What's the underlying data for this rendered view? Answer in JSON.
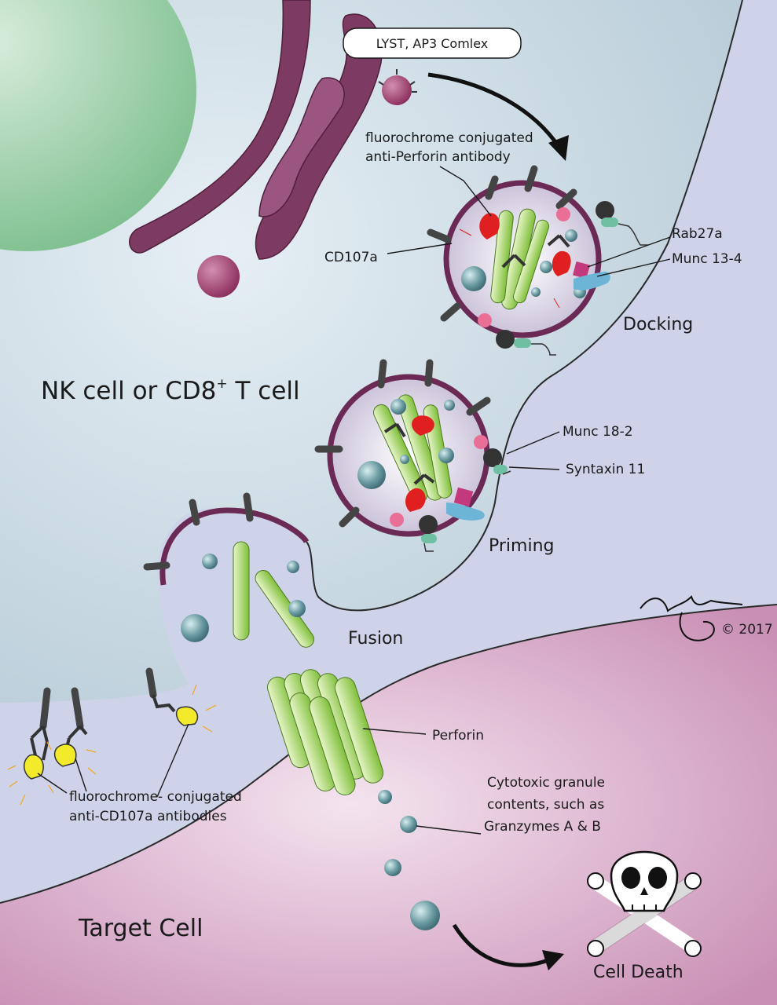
{
  "labels": {
    "lyst_complex": "LYST, AP3 Comlex",
    "perforin_ab_line1": "fluorochrome conjugated",
    "perforin_ab_line2": "anti-Perforin antibody",
    "cd107a": "CD107a",
    "rab27a": "Rab27a",
    "munc13": "Munc 13-4",
    "docking": "Docking",
    "cell_type": "NK cell or CD8",
    "cell_type_sup": "+",
    "cell_type_tail": " T cell",
    "munc18": "Munc 18-2",
    "syntaxin": "Syntaxin 11",
    "priming": "Priming",
    "fusion": "Fusion",
    "copyright": "© 2017",
    "perforin": "Perforin",
    "cd107a_ab_line1": "fluorochrome- conjugated",
    "cd107a_ab_line2": "anti-CD107a antibodies",
    "granule_line1": "Cytotoxic granule",
    "granule_line2": "contents, such as",
    "granule_line3": "Granzymes A & B",
    "target_cell": "Target Cell",
    "cell_death": "Cell Death"
  },
  "colors": {
    "cytoplasm": "#c9d9e3",
    "membrane_zone": "#cfd2e8",
    "nucleus": "#8fc79e",
    "golgi": "#7d3a63",
    "target_cell": "#c98fb5",
    "perforin": "#9fcf5a",
    "granzyme": "#5e8c94",
    "fluor_red": "#e02020",
    "fluor_yellow": "#f2ea2a"
  }
}
